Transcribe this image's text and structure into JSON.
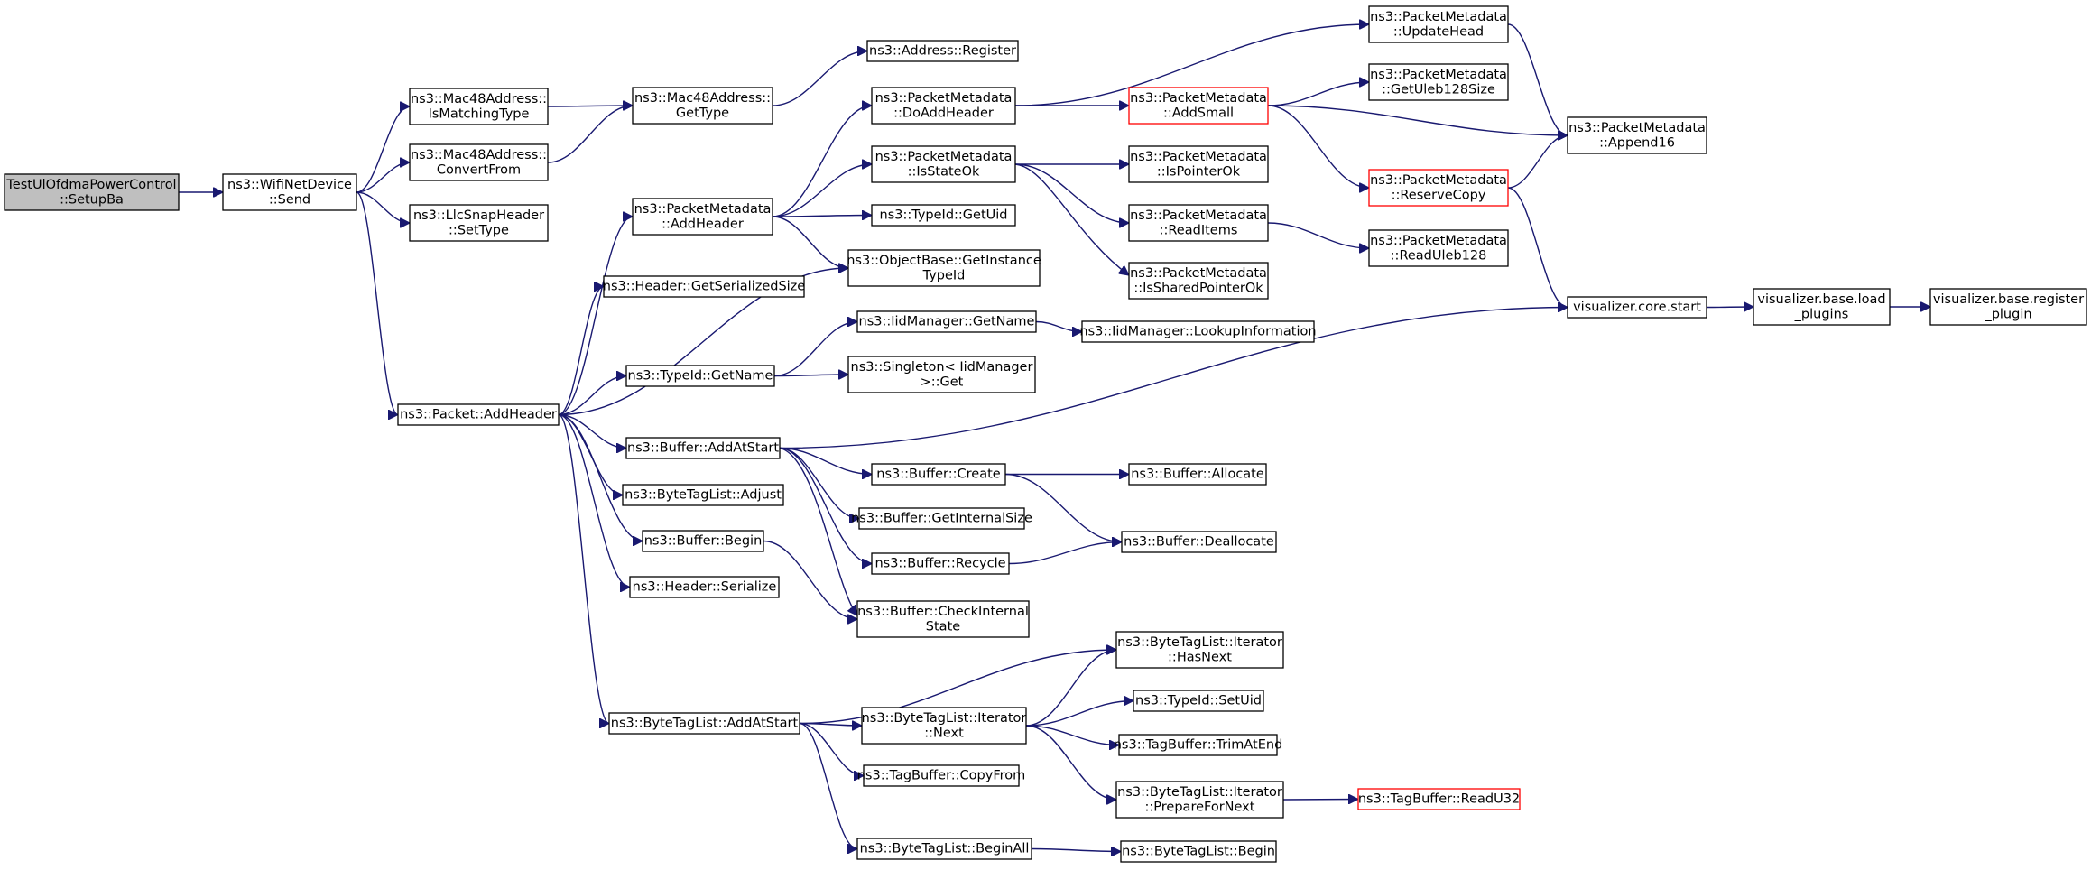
{
  "colors": {
    "edge": "#191970",
    "root_fill": "#bfbfbf",
    "red_border": "#ff0000",
    "border": "#000000"
  },
  "nodes": [
    {
      "id": "n0",
      "lines": [
        "TestUlOfdmaPowerControl",
        "::SetupBa"
      ],
      "style": "root"
    },
    {
      "id": "n1",
      "lines": [
        "ns3::WifiNetDevice",
        "::Send"
      ]
    },
    {
      "id": "n2",
      "lines": [
        "ns3::Mac48Address::",
        "IsMatchingType"
      ]
    },
    {
      "id": "n3",
      "lines": [
        "ns3::Mac48Address::",
        "ConvertFrom"
      ]
    },
    {
      "id": "n4",
      "lines": [
        "ns3::LlcSnapHeader",
        "::SetType"
      ]
    },
    {
      "id": "n5",
      "lines": [
        "ns3::Packet::AddHeader"
      ]
    },
    {
      "id": "n6",
      "lines": [
        "ns3::Mac48Address::",
        "GetType"
      ]
    },
    {
      "id": "n7",
      "lines": [
        "ns3::Address::Register"
      ]
    },
    {
      "id": "n8",
      "lines": [
        "ns3::PacketMetadata",
        "::AddHeader"
      ]
    },
    {
      "id": "n9",
      "lines": [
        "ns3::Header::GetSerializedSize"
      ]
    },
    {
      "id": "n10",
      "lines": [
        "ns3::ObjectBase::GetInstance",
        "TypeId"
      ]
    },
    {
      "id": "n11",
      "lines": [
        "ns3::TypeId::GetName"
      ]
    },
    {
      "id": "n12",
      "lines": [
        "ns3::Buffer::AddAtStart"
      ]
    },
    {
      "id": "n13",
      "lines": [
        "ns3::ByteTagList::Adjust"
      ]
    },
    {
      "id": "n14",
      "lines": [
        "ns3::Buffer::Begin"
      ]
    },
    {
      "id": "n15",
      "lines": [
        "ns3::Header::Serialize"
      ]
    },
    {
      "id": "n16",
      "lines": [
        "ns3::ByteTagList::AddAtStart"
      ]
    },
    {
      "id": "n17",
      "lines": [
        "ns3::PacketMetadata",
        "::DoAddHeader"
      ]
    },
    {
      "id": "n18",
      "lines": [
        "ns3::PacketMetadata",
        "::IsStateOk"
      ]
    },
    {
      "id": "n19",
      "lines": [
        "ns3::TypeId::GetUid"
      ]
    },
    {
      "id": "n20",
      "lines": [
        "ns3::IidManager::GetName"
      ]
    },
    {
      "id": "n21",
      "lines": [
        "ns3::Singleton< IidManager",
        ">::Get"
      ]
    },
    {
      "id": "n22",
      "lines": [
        "ns3::Buffer::Create"
      ]
    },
    {
      "id": "n23",
      "lines": [
        "ns3::Buffer::GetInternalSize"
      ]
    },
    {
      "id": "n24",
      "lines": [
        "ns3::Buffer::Recycle"
      ]
    },
    {
      "id": "n25",
      "lines": [
        "ns3::Buffer::CheckInternal",
        "State"
      ]
    },
    {
      "id": "n26",
      "lines": [
        "ns3::ByteTagList::Iterator",
        "::Next"
      ]
    },
    {
      "id": "n27",
      "lines": [
        "ns3::TagBuffer::CopyFrom"
      ]
    },
    {
      "id": "n28",
      "lines": [
        "ns3::ByteTagList::BeginAll"
      ]
    },
    {
      "id": "n29",
      "lines": [
        "ns3::PacketMetadata",
        "::AddSmall"
      ],
      "style": "red"
    },
    {
      "id": "n30",
      "lines": [
        "ns3::PacketMetadata",
        "::IsPointerOk"
      ]
    },
    {
      "id": "n31",
      "lines": [
        "ns3::PacketMetadata",
        "::ReadItems"
      ]
    },
    {
      "id": "n32",
      "lines": [
        "ns3::PacketMetadata",
        "::IsSharedPointerOk"
      ]
    },
    {
      "id": "n33",
      "lines": [
        "ns3::IidManager::LookupInformation"
      ]
    },
    {
      "id": "n34",
      "lines": [
        "ns3::Buffer::Allocate"
      ]
    },
    {
      "id": "n35",
      "lines": [
        "ns3::Buffer::Deallocate"
      ]
    },
    {
      "id": "n36",
      "lines": [
        "ns3::ByteTagList::Iterator",
        "::HasNext"
      ]
    },
    {
      "id": "n37",
      "lines": [
        "ns3::TypeId::SetUid"
      ]
    },
    {
      "id": "n38",
      "lines": [
        "ns3::TagBuffer::TrimAtEnd"
      ]
    },
    {
      "id": "n39",
      "lines": [
        "ns3::ByteTagList::Iterator",
        "::PrepareForNext"
      ]
    },
    {
      "id": "n40",
      "lines": [
        "ns3::ByteTagList::Begin"
      ]
    },
    {
      "id": "n41",
      "lines": [
        "ns3::PacketMetadata",
        "::UpdateHead"
      ]
    },
    {
      "id": "n42",
      "lines": [
        "ns3::PacketMetadata",
        "::GetUleb128Size"
      ]
    },
    {
      "id": "n43",
      "lines": [
        "ns3::PacketMetadata",
        "::ReserveCopy"
      ],
      "style": "red"
    },
    {
      "id": "n44",
      "lines": [
        "ns3::PacketMetadata",
        "::ReadUleb128"
      ]
    },
    {
      "id": "n45",
      "lines": [
        "ns3::TagBuffer::ReadU32"
      ],
      "style": "red"
    },
    {
      "id": "n46",
      "lines": [
        "ns3::PacketMetadata",
        "::Append16"
      ]
    },
    {
      "id": "n47",
      "lines": [
        "visualizer.core.start"
      ]
    },
    {
      "id": "n48",
      "lines": [
        "visualizer.base.load",
        "_plugins"
      ]
    },
    {
      "id": "n49",
      "lines": [
        "visualizer.base.register",
        "_plugin"
      ]
    }
  ],
  "edges": [
    [
      "n0",
      "n1"
    ],
    [
      "n1",
      "n2"
    ],
    [
      "n1",
      "n3"
    ],
    [
      "n1",
      "n4"
    ],
    [
      "n1",
      "n5"
    ],
    [
      "n2",
      "n6"
    ],
    [
      "n3",
      "n6"
    ],
    [
      "n6",
      "n7"
    ],
    [
      "n5",
      "n8"
    ],
    [
      "n5",
      "n9"
    ],
    [
      "n5",
      "n10"
    ],
    [
      "n5",
      "n11"
    ],
    [
      "n5",
      "n12"
    ],
    [
      "n5",
      "n13"
    ],
    [
      "n5",
      "n14"
    ],
    [
      "n5",
      "n15"
    ],
    [
      "n5",
      "n16"
    ],
    [
      "n8",
      "n17"
    ],
    [
      "n8",
      "n18"
    ],
    [
      "n8",
      "n19"
    ],
    [
      "n8",
      "n10"
    ],
    [
      "n17",
      "n41"
    ],
    [
      "n17",
      "n29"
    ],
    [
      "n18",
      "n30"
    ],
    [
      "n18",
      "n31"
    ],
    [
      "n18",
      "n32"
    ],
    [
      "n29",
      "n42"
    ],
    [
      "n29",
      "n46"
    ],
    [
      "n29",
      "n43"
    ],
    [
      "n41",
      "n46"
    ],
    [
      "n43",
      "n46"
    ],
    [
      "n43",
      "n47"
    ],
    [
      "n31",
      "n44"
    ],
    [
      "n11",
      "n20"
    ],
    [
      "n11",
      "n21"
    ],
    [
      "n20",
      "n33"
    ],
    [
      "n12",
      "n47"
    ],
    [
      "n12",
      "n22"
    ],
    [
      "n12",
      "n23"
    ],
    [
      "n12",
      "n24"
    ],
    [
      "n12",
      "n25"
    ],
    [
      "n14",
      "n25"
    ],
    [
      "n22",
      "n34"
    ],
    [
      "n22",
      "n35"
    ],
    [
      "n24",
      "n35"
    ],
    [
      "n47",
      "n48"
    ],
    [
      "n48",
      "n49"
    ],
    [
      "n16",
      "n36"
    ],
    [
      "n16",
      "n26"
    ],
    [
      "n16",
      "n27"
    ],
    [
      "n16",
      "n28"
    ],
    [
      "n26",
      "n36"
    ],
    [
      "n26",
      "n37"
    ],
    [
      "n26",
      "n38"
    ],
    [
      "n26",
      "n39"
    ],
    [
      "n39",
      "n45"
    ],
    [
      "n28",
      "n40"
    ]
  ]
}
